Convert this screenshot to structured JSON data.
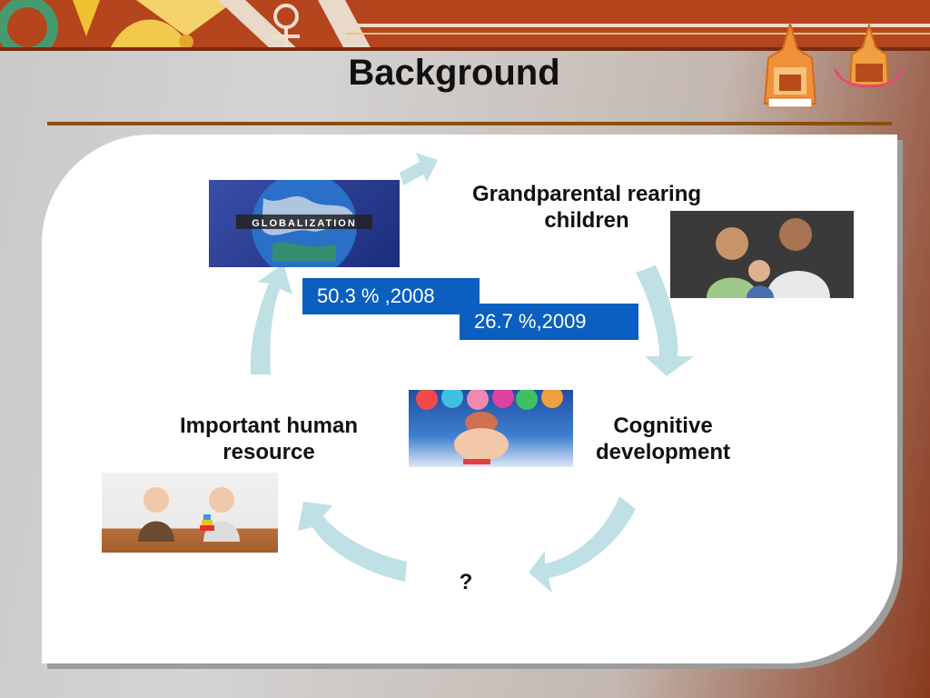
{
  "slide": {
    "title": "Background",
    "nodes": {
      "grandparental": "Grandparental rearing children",
      "cognitive": "Cognitive development",
      "human_resource": "Important human resource",
      "question": "?"
    },
    "stats": {
      "stat_2008": "50.3 % ,2008",
      "stat_2009": "26.7 %,2009"
    },
    "images": {
      "globe_caption": "GLOBALIZATION"
    }
  },
  "colors": {
    "band": "#b5451d",
    "rule": "#8a4f0e",
    "stat_box": "#0a5fc0",
    "arrow": "#bfe0e4"
  }
}
